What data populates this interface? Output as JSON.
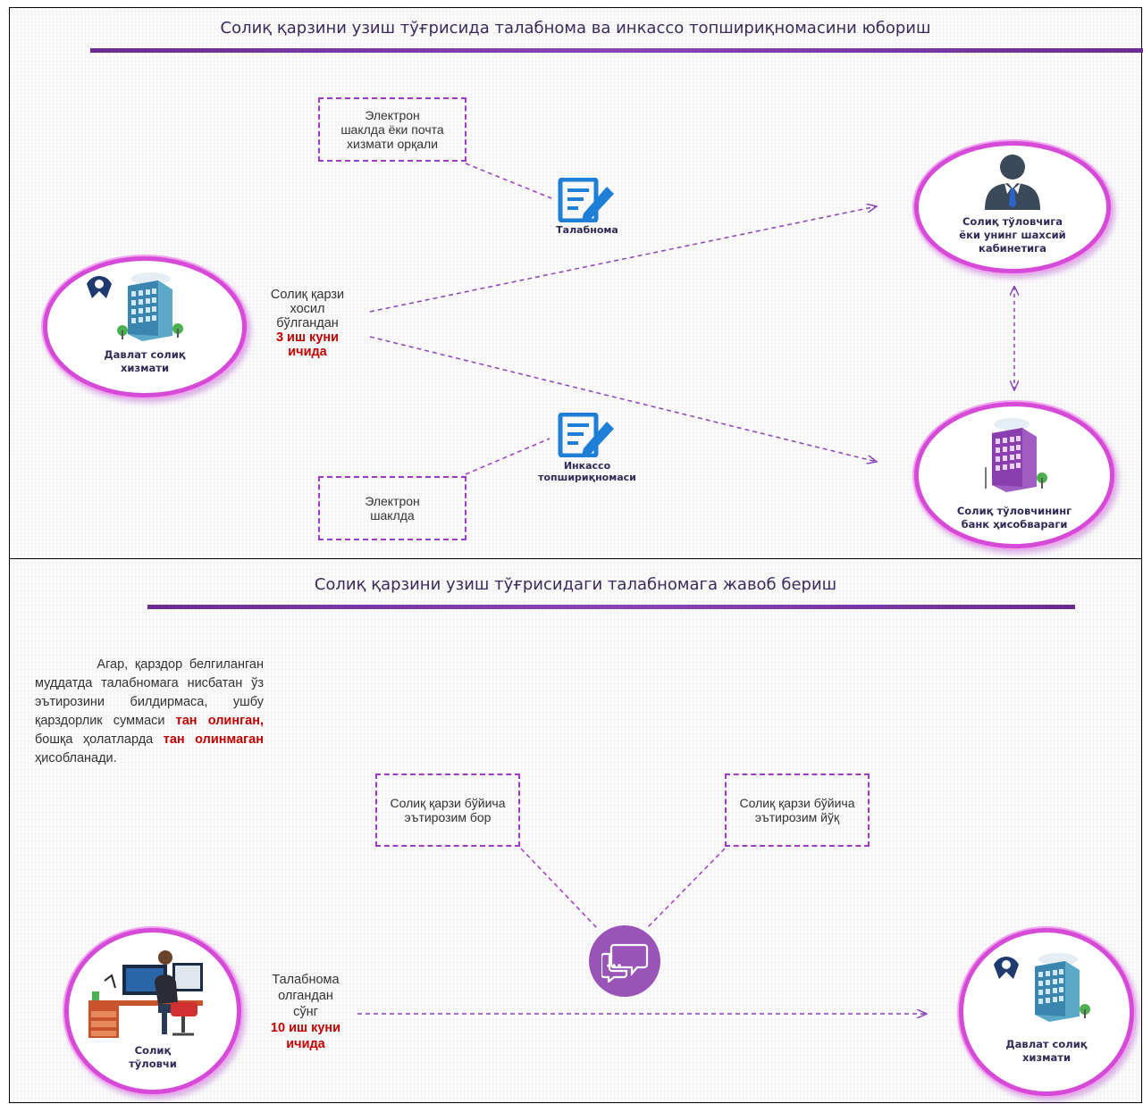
{
  "section1": {
    "title": "Солиқ қарзини узиш тўғрисида талабнома ва инкассо топшириқномасини юбориш",
    "tax_service": {
      "label_line1": "Давлат солиқ",
      "label_line2": "хизмати"
    },
    "condition": {
      "line1": "Солиқ қарзи",
      "line2": "хосил",
      "line3": "бўлгандан",
      "line4": "3 иш куни",
      "line5": "ичида"
    },
    "top_box": {
      "line1": "Электрон",
      "line2": "шаклда ёки почта",
      "line3": "хизмати орқали"
    },
    "bottom_box": {
      "line1": "Электрон",
      "line2": "шаклда"
    },
    "demand_icon": {
      "icon": "document-pen-icon",
      "label": "Талабнома"
    },
    "inkasso_icon": {
      "icon": "document-pen-icon",
      "label_line1": "Инкассо",
      "label_line2": "топшириқномаси"
    },
    "cabinet": {
      "label_line1": "Солиқ тўловчига",
      "label_line2": "ёки унинг шахсий",
      "label_line3": "кабинетига"
    },
    "bank": {
      "label_line1": "Солиқ тўловчининг",
      "label_line2": "банк ҳисобвараги"
    }
  },
  "section2": {
    "title": "Солиқ қарзини узиш тўғрисидаги талабномага жавоб бериш",
    "paragraph": {
      "part1": "Агар, қарздор белгиланган муддатда талабномага нисбатан ўз эътирозини билдирмаса, ушбу қарздорлик суммаси ",
      "red1": "тан олинган,",
      "part2": " бошқа ҳолатларда ",
      "red2": "тан олинмаган",
      "part3": " ҳисобланади."
    },
    "objection_yes": {
      "line1": "Солиқ қарзи бўйича",
      "line2": "эътирозим бор"
    },
    "objection_no": {
      "line1": "Солиқ қарзи бўйича",
      "line2": "эътирозим йўқ"
    },
    "chat_icon": "chat-bubbles-icon",
    "taxpayer": {
      "label_line1": "Солиқ",
      "label_line2": "тўловчи"
    },
    "condition": {
      "line1": "Талабнома",
      "line2": "олгандан",
      "line3": "сўнг",
      "line4": "10 иш куни",
      "line5": "ичида"
    },
    "tax_service": {
      "label_line1": "Давлат солиқ",
      "label_line2": "хизмати"
    }
  },
  "colors": {
    "accent": "#8a44b8",
    "circle_ring": "#d64ad8",
    "dashed": "#a13bc2",
    "highlight_red": "#c00000",
    "title": "#3b2a5c"
  }
}
